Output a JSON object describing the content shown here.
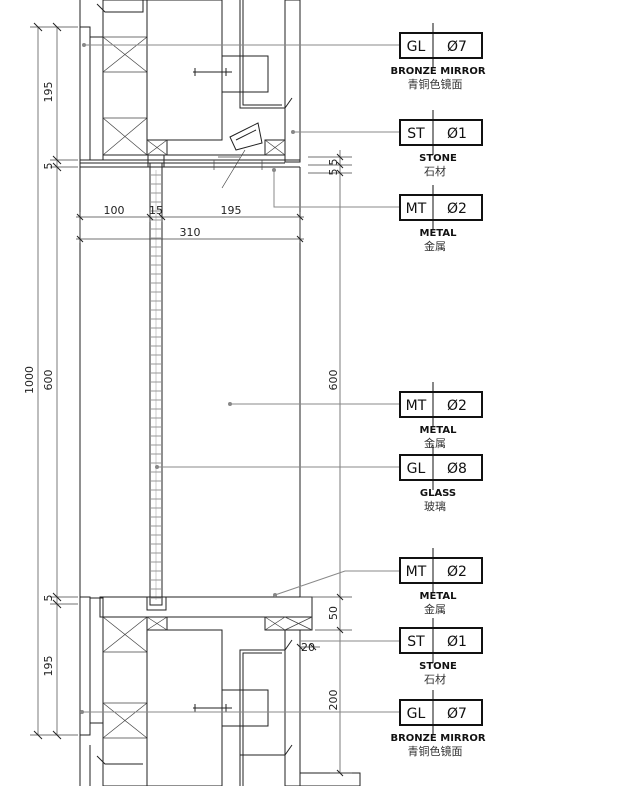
{
  "drawing": {
    "left_dims": {
      "total": "1000",
      "top": "195",
      "gap_top": "5",
      "middle": "600",
      "gap_bottom": "5",
      "bottom": "195"
    },
    "horizontal_dims": {
      "a": "100",
      "b": "15",
      "c": "195",
      "total": "310"
    },
    "right_dims": {
      "top_a": "5",
      "top_b": "5",
      "middle": "600",
      "sill": "50",
      "offset": "20",
      "lower": "200"
    }
  },
  "tags": [
    {
      "code": "GL",
      "number": "07",
      "en": "BRONZE MIRROR",
      "cn": "青铜色镜面"
    },
    {
      "code": "ST",
      "number": "01",
      "en": "STONE",
      "cn": "石材"
    },
    {
      "code": "MT",
      "number": "02",
      "en": "METAL",
      "cn": "金属"
    },
    {
      "code": "MT",
      "number": "02",
      "en": "METAL",
      "cn": "金属"
    },
    {
      "code": "GL",
      "number": "08",
      "en": "GLASS",
      "cn": "玻璃"
    },
    {
      "code": "MT",
      "number": "02",
      "en": "METAL",
      "cn": "金属"
    },
    {
      "code": "ST",
      "number": "01",
      "en": "STONE",
      "cn": "石材"
    },
    {
      "code": "GL",
      "number": "07",
      "en": "BRONZE MIRROR",
      "cn": "青铜色镜面"
    }
  ]
}
